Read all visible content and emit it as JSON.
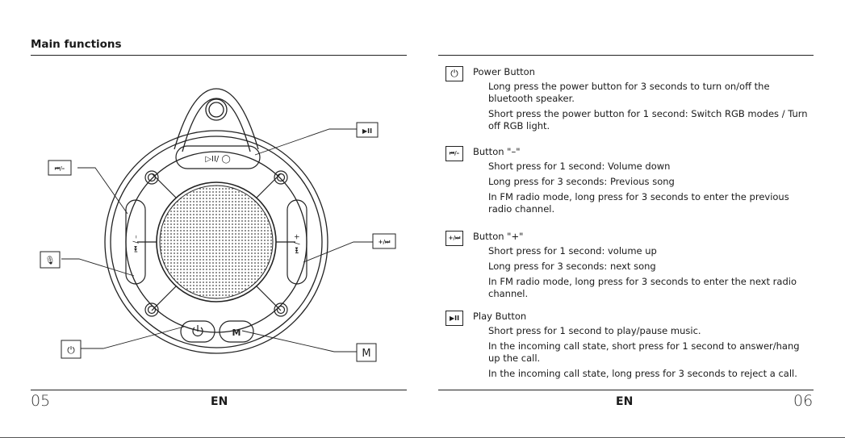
{
  "left_page": {
    "title": "Main functions",
    "page_number": "05",
    "language": "EN",
    "callouts": {
      "prev": "⏮/–",
      "mic": "🎙",
      "power": "⏻",
      "play": "▶II",
      "next": "+/⏭",
      "mode": "M"
    },
    "speaker_labels": {
      "top_pill": "▷II/ ◯",
      "bottom_mode": "M",
      "left_pill": "⏮ / –",
      "right_pill": "+ / ⏭"
    }
  },
  "right_page": {
    "page_number": "06",
    "language": "EN",
    "functions": [
      {
        "icon_label": "⏻",
        "name": "Power Button",
        "lines": [
          "Long press the power button for 3 seconds to turn on/off the bluetooth speaker.",
          "Short press the power button for 1 second: Switch RGB modes / Turn off RGB light."
        ]
      },
      {
        "icon_label": "⏮/–",
        "name": "Button \"–\"",
        "lines": [
          "Short press for 1 second: Volume down",
          "Long press for 3 seconds: Previous song",
          "In FM radio mode, long press for 3 seconds to enter the previous radio channel."
        ]
      },
      {
        "icon_label": "+/⏭",
        "name": "Button \"+\"",
        "lines": [
          "Short press for 1 second: volume up",
          "Long press for 3 seconds: next song",
          "In FM radio mode, long press for 3 seconds to enter the next radio channel."
        ]
      },
      {
        "icon_label": "▶II",
        "name": "Play Button",
        "lines": [
          "Short press for 1 second to play/pause music.",
          "In the incoming call state, short press for 1 second to answer/hang up the call.",
          "In the incoming call state, long press for 3 seconds to reject a call."
        ]
      }
    ]
  }
}
